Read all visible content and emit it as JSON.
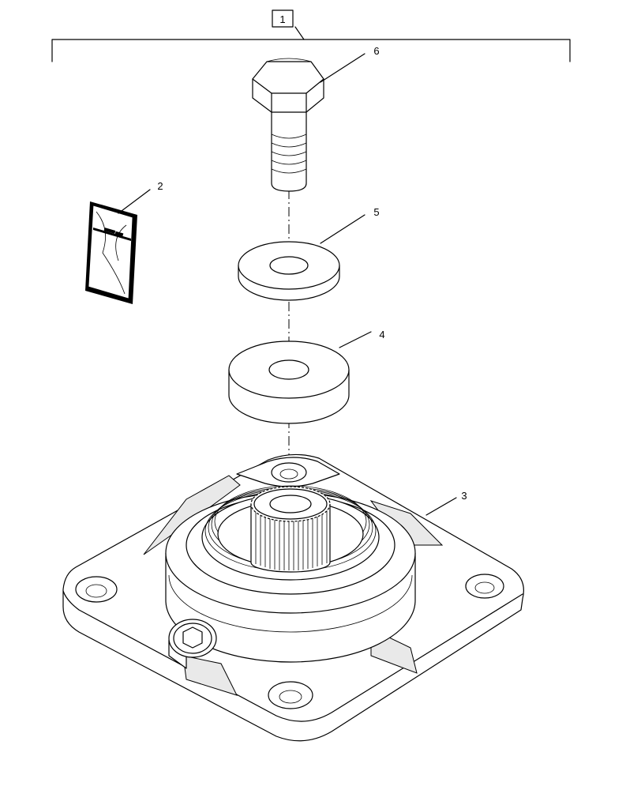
{
  "callouts": {
    "c1": "1",
    "c2": "2",
    "c3": "3",
    "c4": "4",
    "c5": "5",
    "c6": "6"
  },
  "parts": [
    {
      "callout": "1",
      "name": "kit"
    },
    {
      "callout": "2",
      "name": "instruction-sheet-icon"
    },
    {
      "callout": "3",
      "name": "flange-bearing-housing"
    },
    {
      "callout": "4",
      "name": "thick-washer"
    },
    {
      "callout": "5",
      "name": "washer"
    },
    {
      "callout": "6",
      "name": "hex-bolt"
    }
  ]
}
